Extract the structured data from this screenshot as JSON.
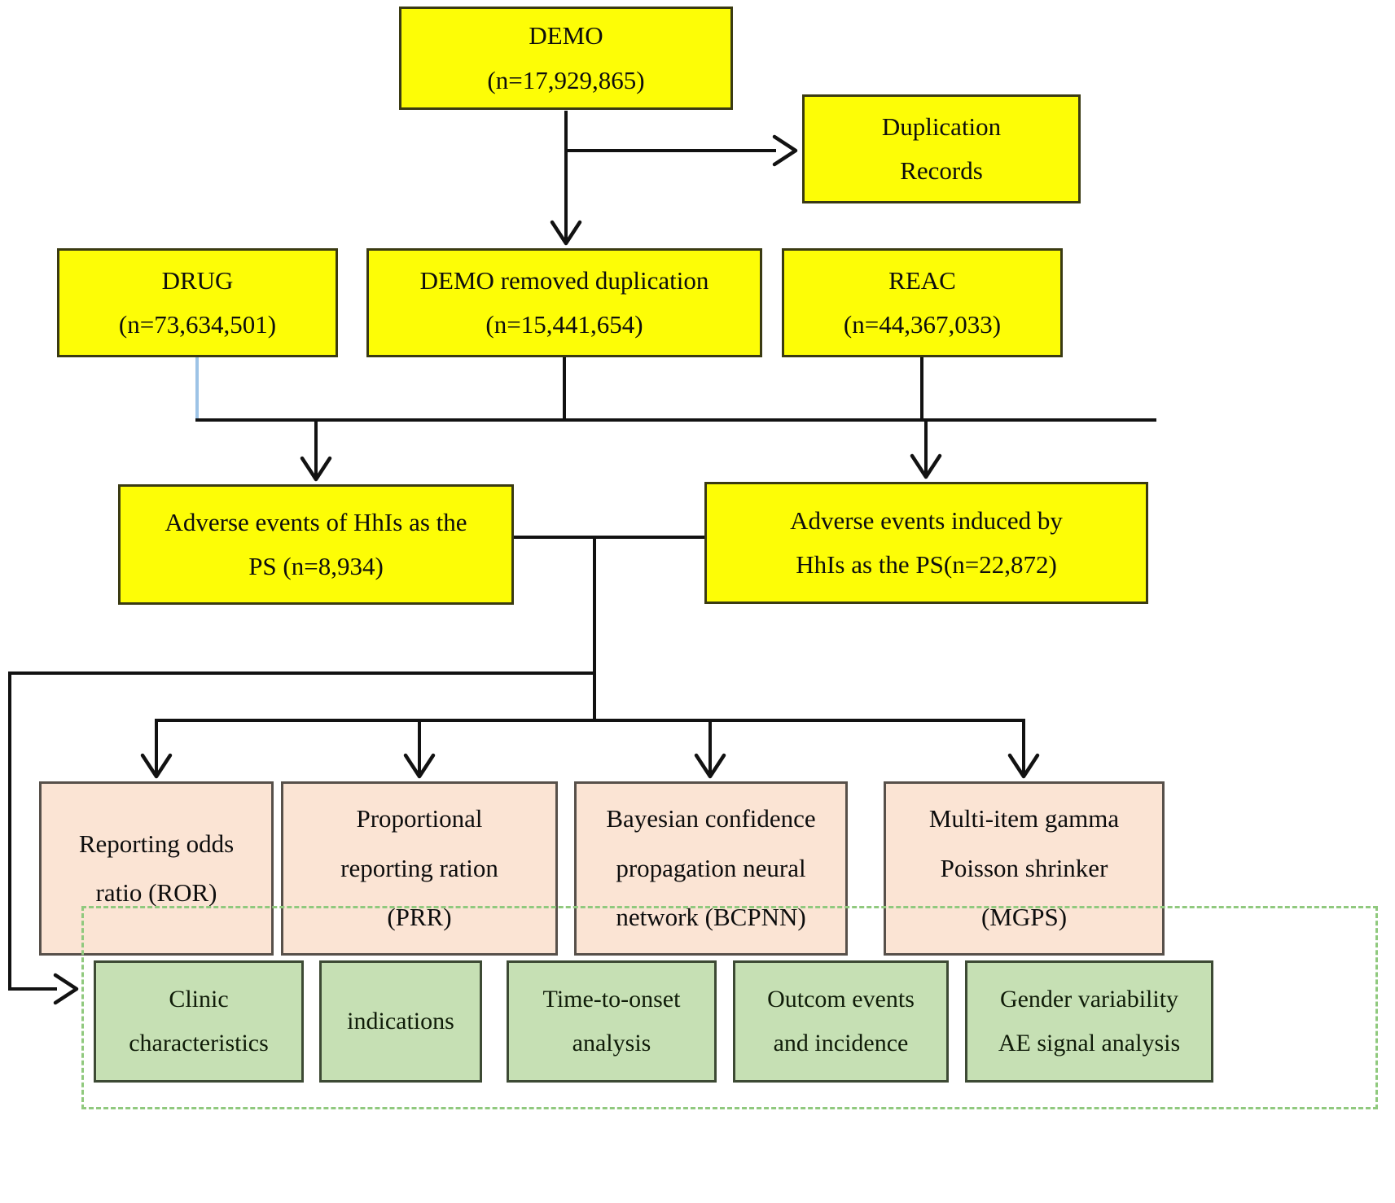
{
  "figure": {
    "type": "flowchart",
    "description": "FAERS data processing and disproportionality analysis flow for Hedgehog inhibitors (HhIs)",
    "colors": {
      "yellow_fill": "#fdfd06",
      "yellow_border": "#3a3a12",
      "peach_fill": "#fbe4d4",
      "peach_border": "#57504a",
      "green_fill": "#c6e0b4",
      "green_border": "#3d4a34",
      "dashed_border": "#90c97e",
      "line": "#121212",
      "blue_accent": "#9dc3e6"
    },
    "nodes": {
      "demo": "DEMO\n(n=17,929,865)",
      "duplication_records": "Duplication\nRecords",
      "drug": "DRUG\n(n=73,634,501)",
      "demo_dedup": "DEMO removed duplication\n(n=15,441,654)",
      "reac": "REAC\n(n=44,367,033)",
      "ae_of_hhis": "Adverse events of HhIs as the\nPS (n=8,934)",
      "ae_induced": "Adverse events induced by\nHhIs as the PS(n=22,872)",
      "ror": "Reporting odds\nratio (ROR)",
      "prr": "Proportional\nreporting ration\n(PRR)",
      "bcpnn": "Bayesian confidence\npropagation neural\nnetwork (BCPNN)",
      "mgps": "Multi-item gamma\nPoisson shrinker\n(MGPS)",
      "clinic": "Clinic\ncharacteristics",
      "indications": "indications",
      "time_to_onset": "Time-to-onset\nanalysis",
      "outcome": "Outcom events\nand incidence",
      "gender": "Gender variability\nAE signal analysis"
    }
  }
}
